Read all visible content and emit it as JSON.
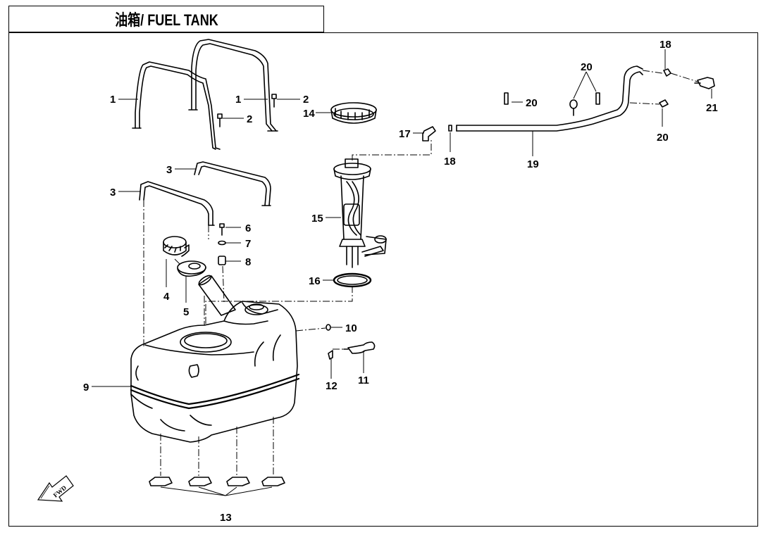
{
  "title": "油箱/ FUEL TANK",
  "arrow_label": "FWD",
  "callouts": {
    "c1a": "1",
    "c1b": "1",
    "c2a": "2",
    "c2b": "2",
    "c3a": "3",
    "c3b": "3",
    "c4": "4",
    "c5": "5",
    "c6": "6",
    "c7": "7",
    "c8": "8",
    "c9": "9",
    "c10": "10",
    "c11": "11",
    "c12": "12",
    "c13": "13",
    "c14": "14",
    "c15": "15",
    "c16": "16",
    "c17": "17",
    "c18a": "18",
    "c18b": "18",
    "c19": "19",
    "c20a": "20",
    "c20b": "20",
    "c20c": "20",
    "c21": "21"
  }
}
